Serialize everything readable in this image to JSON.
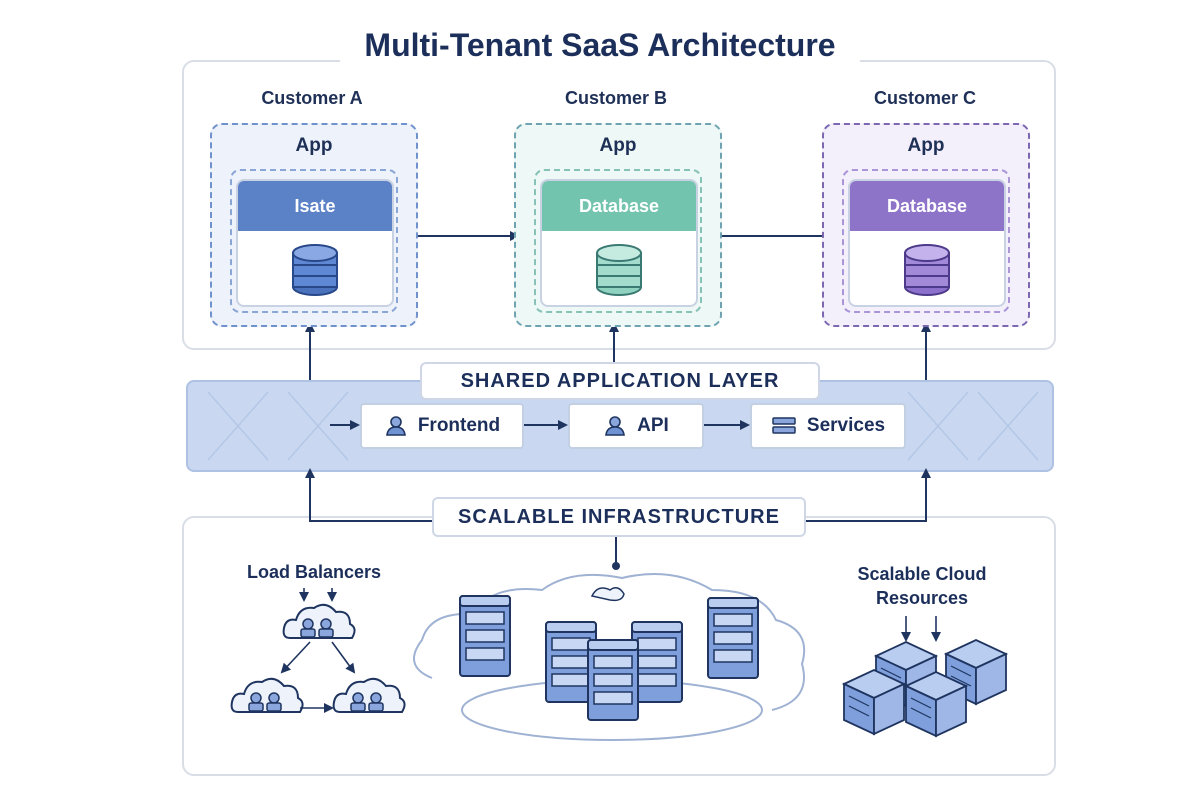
{
  "title": "Multi-Tenant SaaS Architecture",
  "customers": [
    {
      "label": "Customer A",
      "app": "App",
      "db_label": "Isate",
      "color": "#5b82c7",
      "border": "#6f92cc",
      "bg": "#eef3fb"
    },
    {
      "label": "Customer B",
      "app": "App",
      "db_label": "Database",
      "color": "#73c4ae",
      "border": "#73a9b5",
      "bg": "#eef8f6"
    },
    {
      "label": "Customer C",
      "app": "App",
      "db_label": "Database",
      "color": "#8d74c9",
      "border": "#7c67b0",
      "bg": "#f3effb"
    }
  ],
  "shared_layer": {
    "label": "SHARED APPLICATION LAYER",
    "components": [
      {
        "label": "Frontend",
        "icon": "user-icon"
      },
      {
        "label": "API",
        "icon": "user-icon"
      },
      {
        "label": "Services",
        "icon": "server-stack-icon"
      }
    ]
  },
  "infrastructure": {
    "label": "SCALABLE INFRASTRUCTURE",
    "load_balancers": "Load Balancers",
    "cloud_resources": "Scalable Cloud Resources"
  },
  "colors": {
    "navy": "#1c2f5a",
    "line": "#1f3560",
    "server_fill": "#7f9fdc",
    "layer_fill": "#c9d8f0"
  }
}
